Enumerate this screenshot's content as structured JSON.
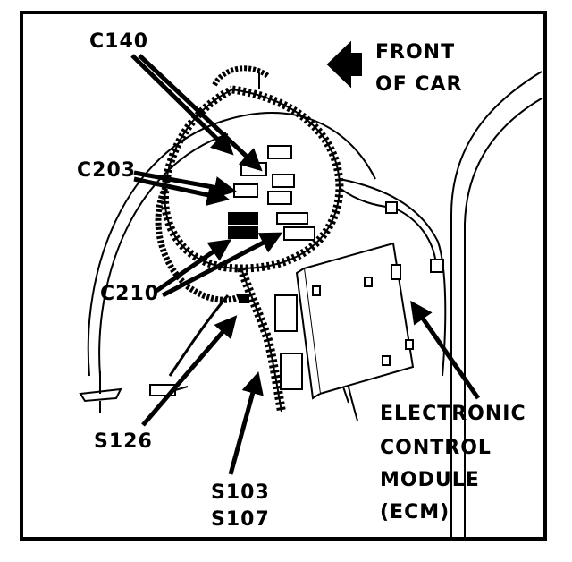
{
  "labels": {
    "front_line1": "FRONT",
    "front_line2": "OF CAR",
    "c140": "C140",
    "c203": "C203",
    "c210": "C210",
    "s126": "S126",
    "s103": "S103",
    "s107": "S107",
    "ecm_line1": "ELECTRONIC",
    "ecm_line2": "CONTROL",
    "ecm_line3": "MODULE",
    "ecm_line4": "(ECM)"
  },
  "colors": {
    "ink": "#000000",
    "paper": "#ffffff"
  }
}
